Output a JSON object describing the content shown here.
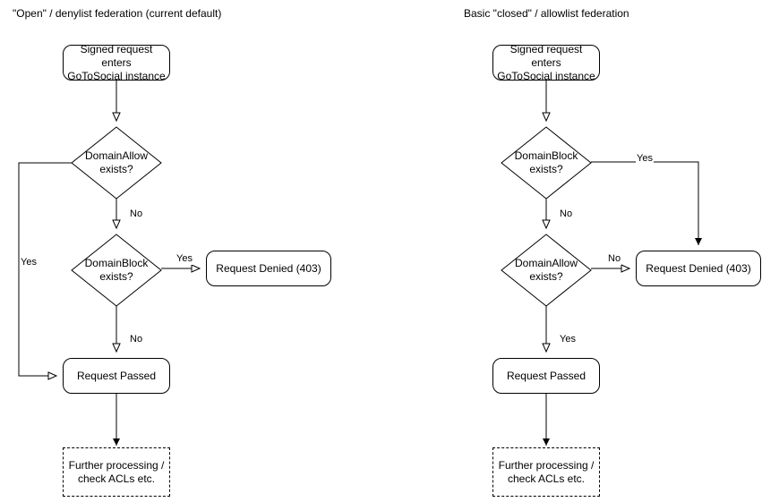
{
  "diagrams": [
    {
      "id": "open-denylist",
      "title": "\"Open\" / denylist federation (current default)",
      "nodes": {
        "entry": "Signed request enters\nGoToSocial instance",
        "decision1": "DomainAllow\nexists?",
        "decision2": "DomainBlock\nexists?",
        "denied": "Request Denied (403)",
        "passed": "Request Passed",
        "further": "Further processing /\ncheck ACLs etc."
      },
      "edge_labels": {
        "allow_yes": "Yes",
        "allow_no": "No",
        "block_yes": "Yes",
        "block_no": "No"
      }
    },
    {
      "id": "closed-allowlist",
      "title": "Basic \"closed\" / allowlist federation",
      "nodes": {
        "entry": "Signed request enters\nGoToSocial instance",
        "decision1": "DomainBlock\nexists?",
        "decision2": "DomainAllow\nexists?",
        "denied": "Request Denied (403)",
        "passed": "Request Passed",
        "further": "Further processing /\ncheck ACLs etc."
      },
      "edge_labels": {
        "block_yes": "Yes",
        "block_no": "No",
        "allow_no": "No",
        "allow_yes": "Yes"
      }
    }
  ],
  "style": {
    "stroke": "#000000",
    "background": "#ffffff",
    "text": "#000000"
  }
}
